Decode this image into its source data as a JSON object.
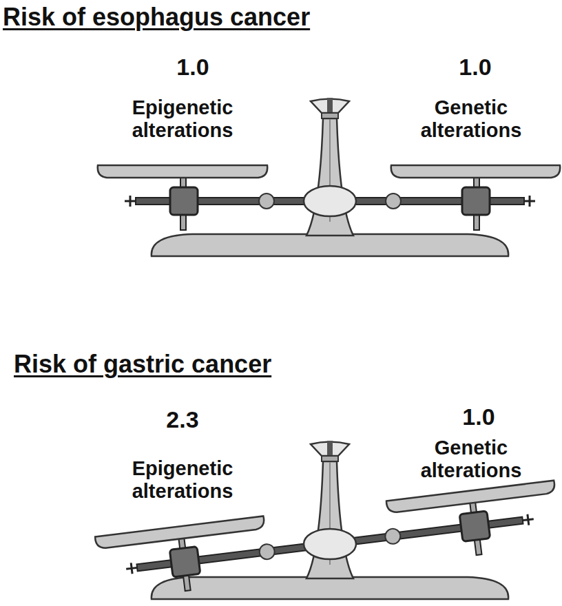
{
  "diagram": {
    "labels": [
      "Risk of esophagus cancer",
      "1.0",
      "Epigenetic alterations",
      "1.0",
      "Genetic alterations",
      "Risk of gastric cancer",
      "2.3",
      "Epigenetic alterations",
      "1.0",
      "Genetic alterations"
    ]
  }
}
